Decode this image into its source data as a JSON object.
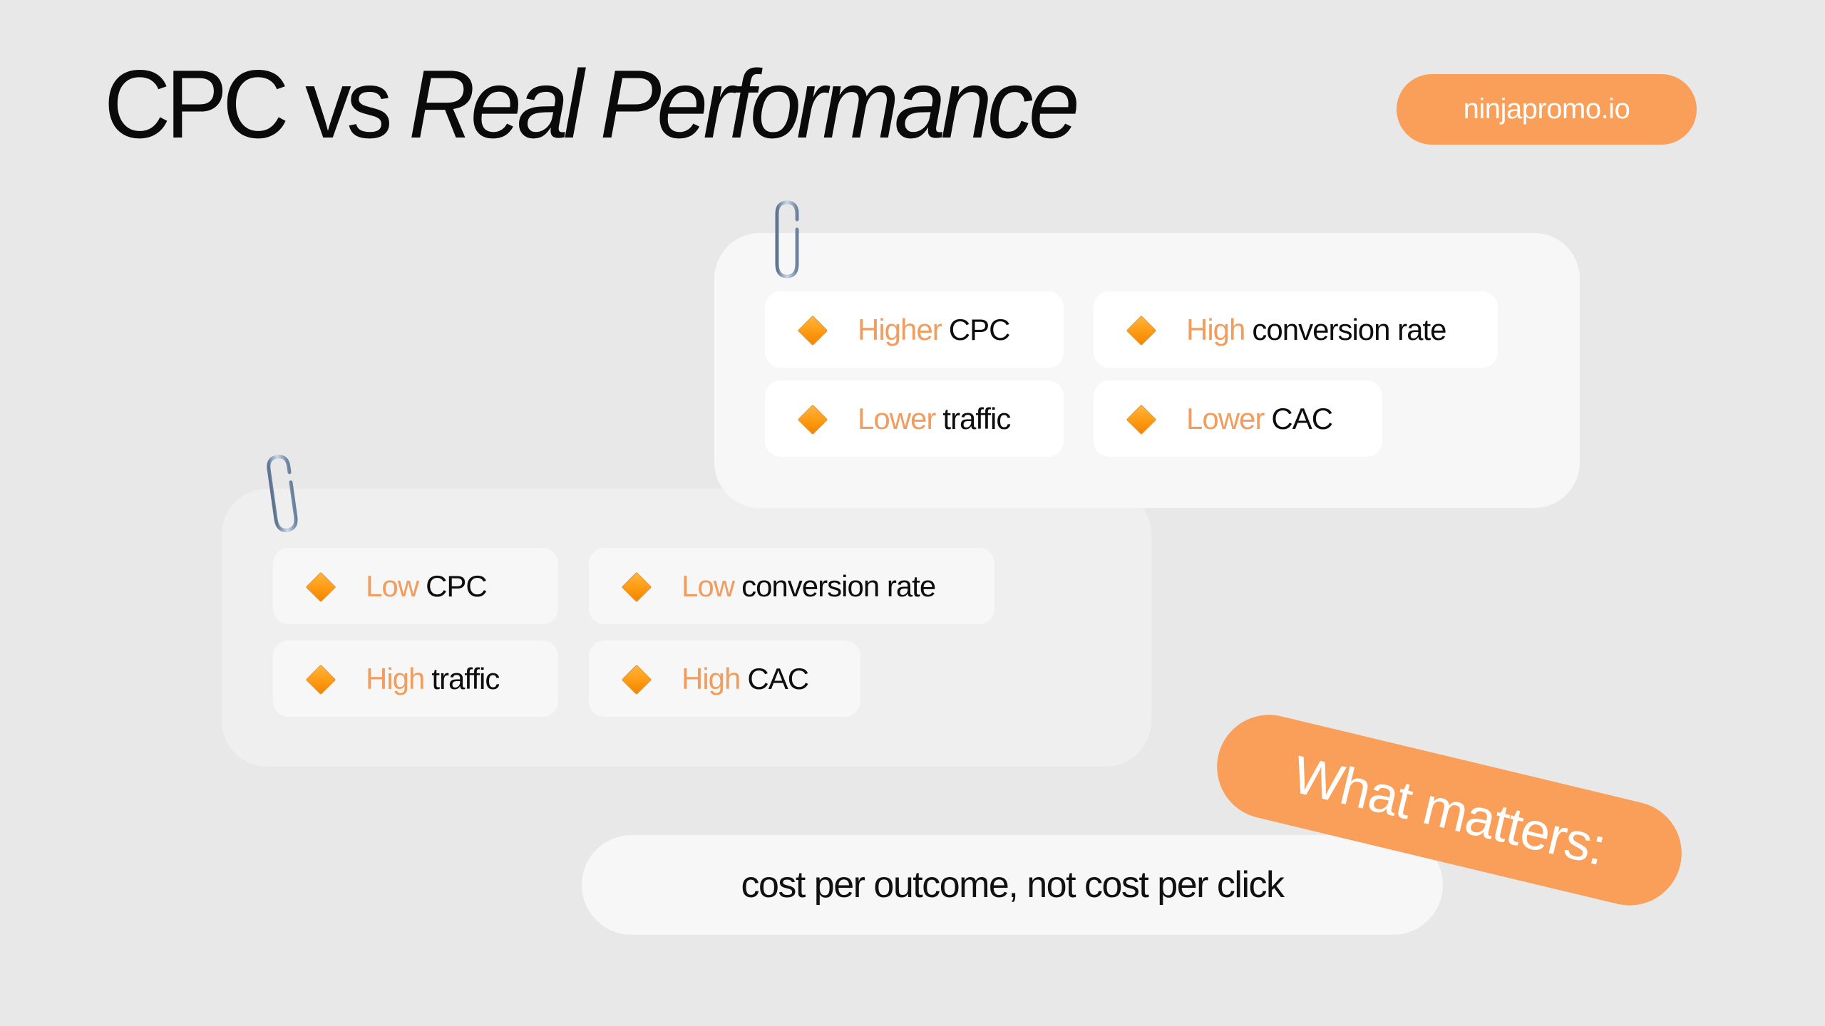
{
  "header": {
    "title_plain": "CPC vs ",
    "title_italic": "Real Performance",
    "brand_badge": "ninjapromo.io"
  },
  "colors": {
    "background": "#e8e8e8",
    "accent_orange": "#f99f5a",
    "accent_text": "#f19d5f",
    "diamond": "#ff9a12",
    "card_top": "#f7f7f7",
    "card_bottom": "#efefef"
  },
  "cards": {
    "high_cpc": {
      "items": [
        {
          "accent": "Higher",
          "rest": "CPC",
          "icon": "orange-diamond-icon"
        },
        {
          "accent": "High",
          "rest": "conversion rate",
          "icon": "orange-diamond-icon"
        },
        {
          "accent": "Lower",
          "rest": "traffic",
          "icon": "orange-diamond-icon"
        },
        {
          "accent": "Lower",
          "rest": "CAC",
          "icon": "orange-diamond-icon"
        }
      ]
    },
    "low_cpc": {
      "items": [
        {
          "accent": "Low",
          "rest": "CPC",
          "icon": "orange-diamond-icon"
        },
        {
          "accent": "Low",
          "rest": "conversion rate",
          "icon": "orange-diamond-icon"
        },
        {
          "accent": "High",
          "rest": "traffic",
          "icon": "orange-diamond-icon"
        },
        {
          "accent": "High",
          "rest": "CAC",
          "icon": "orange-diamond-icon"
        }
      ]
    }
  },
  "conclusion": {
    "tag": "What matters:",
    "text": "cost per outcome, not cost per click"
  }
}
